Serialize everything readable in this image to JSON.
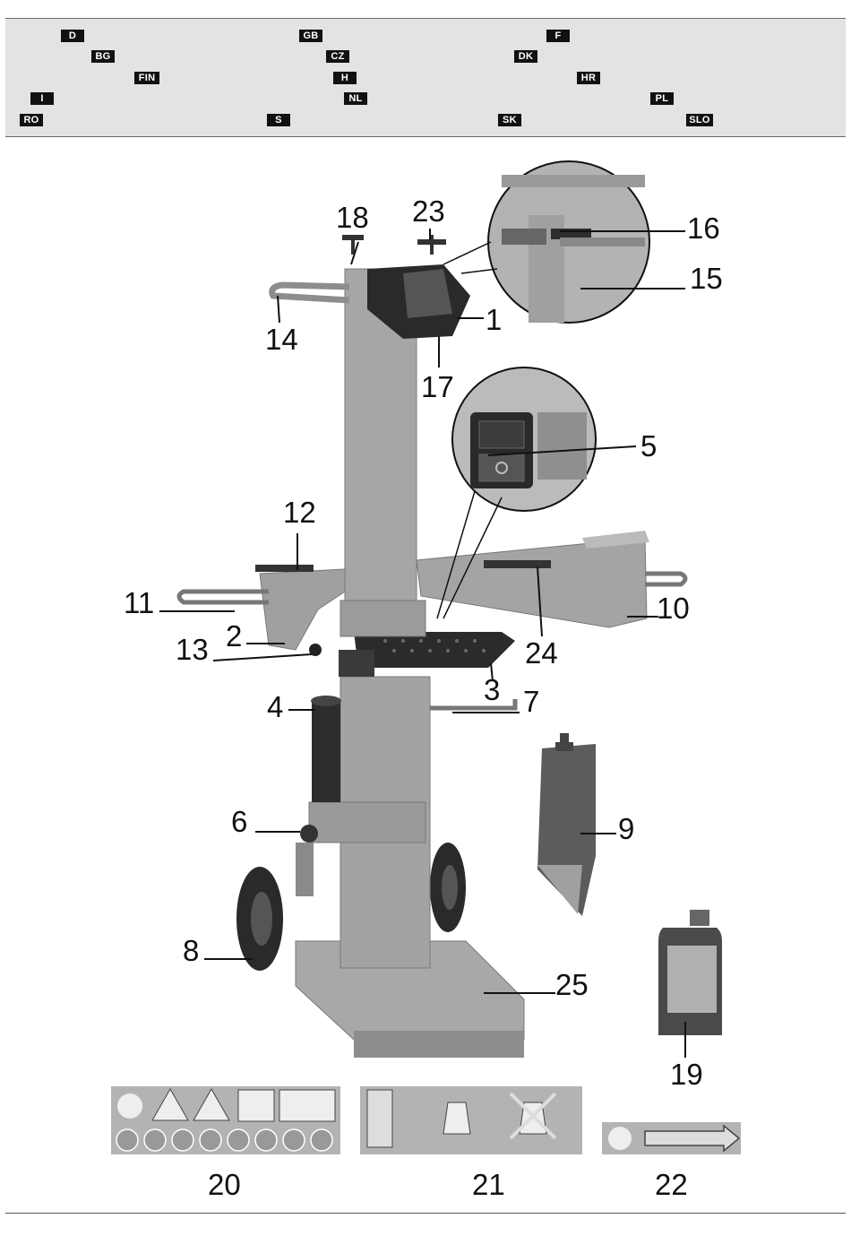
{
  "language_codes": [
    "D",
    "GB",
    "F",
    "BG",
    "CZ",
    "DK",
    "FIN",
    "H",
    "HR",
    "I",
    "NL",
    "PL",
    "RO",
    "S",
    "SK",
    "SLO"
  ],
  "callouts": {
    "n1": "1",
    "n2": "2",
    "n3": "3",
    "n4": "4",
    "n5": "5",
    "n6": "6",
    "n7": "7",
    "n8": "8",
    "n9": "9",
    "n10": "10",
    "n11": "11",
    "n12": "12",
    "n13": "13",
    "n14": "14",
    "n15": "15",
    "n16": "16",
    "n17": "17",
    "n18": "18",
    "n19": "19",
    "n20": "20",
    "n21": "21",
    "n22": "22",
    "n23": "23",
    "n24": "24",
    "n25": "25"
  },
  "colors": {
    "band": "#e3e3e3",
    "machine_body": "#a9a9a9",
    "machine_dark": "#3b3b3b",
    "label_box": "#111111"
  }
}
